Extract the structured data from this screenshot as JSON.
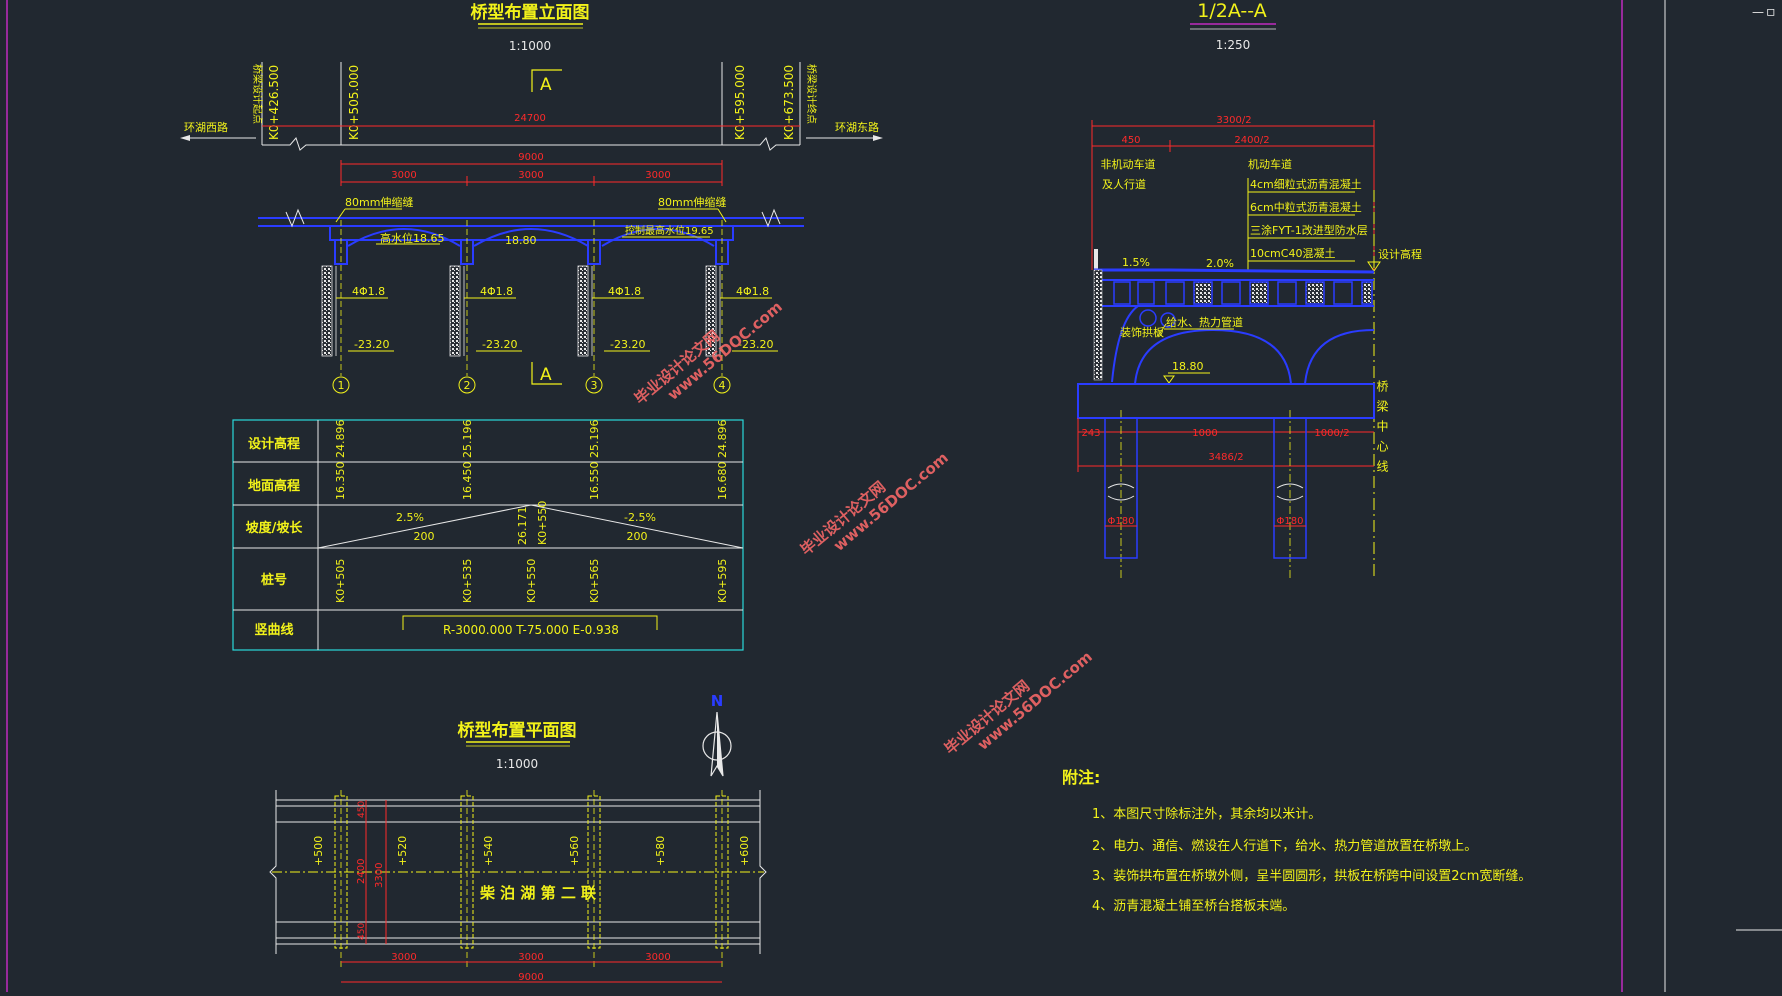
{
  "colors": {
    "background": "#212830",
    "yellow": "#f2f21a",
    "red": "#ff2a2a",
    "blue": "#2a3cff",
    "cyan": "#2ad9d9",
    "white": "#e8e8e8",
    "magenta": "#c02ac0",
    "watermark": "#ff6a6a"
  },
  "window": {
    "minimize": "—",
    "restore": "▫"
  },
  "elevation": {
    "title": "桥型布置立面图",
    "scale": "1:1000",
    "section_mark": "A",
    "stations": [
      "K0+426.500",
      "K0+505.000",
      "K0+595.000",
      "K0+673.500"
    ],
    "bridge_start_label": "桥梁设计起点",
    "bridge_end_label": "桥梁设计终点",
    "road_left": "环湖西路",
    "road_right": "环湖东路",
    "total_length": "24700",
    "bridge_length": "9000",
    "span_lengths": [
      "3000",
      "3000",
      "3000"
    ],
    "expansion_joint": "80mm伸缩缝",
    "water_level_1": "高水位18.65",
    "water_level_2": "18.80",
    "water_level_3": "控制最高水位19.65",
    "pile_spec": "4Φ1.8",
    "pile_bottom": "-23.20",
    "pier_numbers": [
      "1",
      "2",
      "3",
      "4"
    ]
  },
  "profile_table": {
    "rows": [
      "设计高程",
      "地面高程",
      "坡度/坡长",
      "桩号",
      "竖曲线"
    ],
    "design_elev": [
      "24.896",
      "25.196",
      "25.196",
      "24.896"
    ],
    "ground_elev": [
      "16.350",
      "16.450",
      "16.550",
      "16.680"
    ],
    "grade_left": "2.5%",
    "grade_left_len": "200",
    "grade_right": "-2.5%",
    "grade_right_len": "200",
    "vpi_elev": "26.171",
    "vpi_station": "K0+550",
    "stations": [
      "K0+505",
      "K0+535",
      "K0+550",
      "K0+565",
      "K0+595"
    ],
    "curve": "R-3000.000   T-75.000   E-0.938"
  },
  "plan": {
    "title": "桥型布置平面图",
    "scale": "1:1000",
    "north": "N",
    "stations": [
      "+500",
      "+520",
      "+540",
      "+560",
      "+580",
      "+600"
    ],
    "width_total": "3300",
    "width_road": "2400",
    "width_side": "450",
    "bridge_name": "柴 泊 湖 第 二 联",
    "span_lengths": [
      "3000",
      "3000",
      "3000"
    ],
    "bridge_length": "9000"
  },
  "section": {
    "title": "1/2A--A",
    "scale": "1:250",
    "half_width": "3300/2",
    "sidewalk_width": "450",
    "road_half": "2400/2",
    "lane_nonmotor": "非机动车道",
    "lane_ped": "及人行道",
    "lane_motor": "机动车道",
    "layers": [
      "4cm细粒式沥青混凝土",
      "6cm中粒式沥青混凝土",
      "三涂FYT-1改进型防水层",
      "10cmC40混凝土"
    ],
    "design_elev": "设计高程",
    "slope_walk": "1.5%",
    "slope_road": "2.0%",
    "arch_label": "装饰拱板",
    "pipe_label": "给水、热力管道",
    "elev": "18.80",
    "dims_bottom": [
      "243",
      "1000",
      "1000/2"
    ],
    "dim_total": "3486/2",
    "pile_dia": "Φ180",
    "center_line": "桥梁中心线"
  },
  "notes": {
    "title": "附注:",
    "items": [
      "1、本图尺寸除标注外，其余均以米计。",
      "2、电力、通信、燃设在人行道下，给水、热力管道放置在桥墩上。",
      "3、装饰拱布置在桥墩外侧，呈半圆圆形，拱板在桥跨中间设置2cm宽断缝。",
      "4、沥青混凝土铺至桥台搭板末端。"
    ]
  },
  "watermarks": [
    {
      "line1": "毕业设计论文网",
      "line2": "www.56DOC.com"
    },
    {
      "line1": "毕业设计论文网",
      "line2": "www.56DOC.com"
    },
    {
      "line1": "毕业设计论文网",
      "line2": "www.56DOC.com"
    }
  ]
}
